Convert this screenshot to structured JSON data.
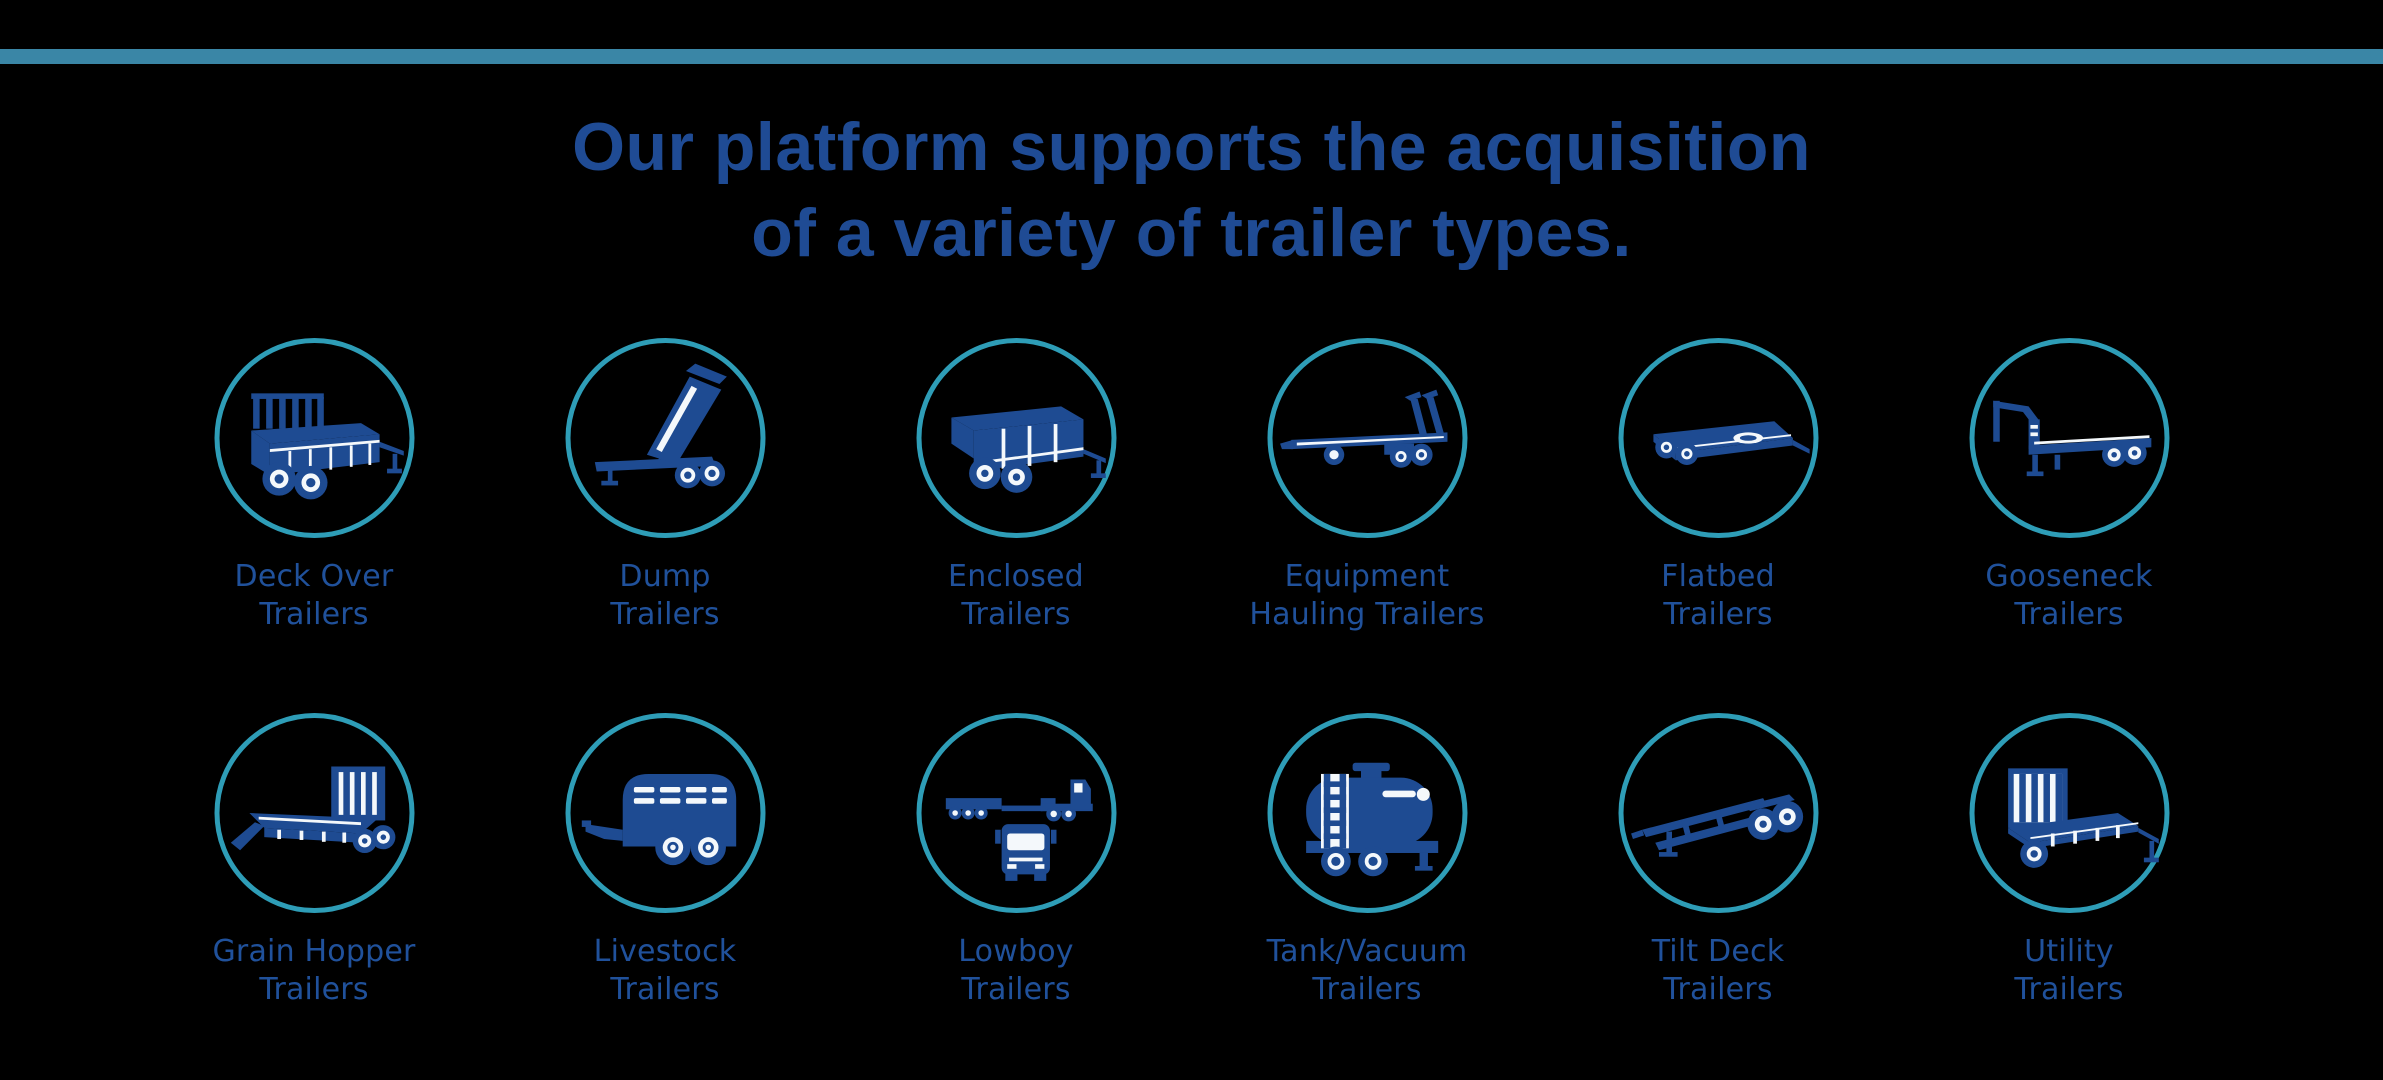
{
  "colors": {
    "background": "#000000",
    "top_bar": "#3A86A6",
    "circle_teal": "#2E9DB7",
    "icon_blue": "#1E4B92",
    "icon_light": "#F4F8FB",
    "heading_blue": "#1F4B94",
    "label_blue": "#20519B"
  },
  "title": {
    "line1": "Our platform supports the acquisition",
    "line2": "of a variety of trailer types."
  },
  "trailers": [
    {
      "icon": "deck-over-trailer-icon",
      "line1": "Deck Over",
      "line2": "Trailers"
    },
    {
      "icon": "dump-trailer-icon",
      "line1": "Dump",
      "line2": "Trailers"
    },
    {
      "icon": "enclosed-trailer-icon",
      "line1": "Enclosed",
      "line2": "Trailers"
    },
    {
      "icon": "equipment-hauling-trailer-icon",
      "line1": "Equipment",
      "line2": "Hauling Trailers"
    },
    {
      "icon": "flatbed-trailer-icon",
      "line1": "Flatbed",
      "line2": "Trailers"
    },
    {
      "icon": "gooseneck-trailer-icon",
      "line1": "Gooseneck",
      "line2": "Trailers"
    },
    {
      "icon": "grain-hopper-trailer-icon",
      "line1": "Grain Hopper",
      "line2": "Trailers"
    },
    {
      "icon": "livestock-trailer-icon",
      "line1": "Livestock",
      "line2": "Trailers"
    },
    {
      "icon": "lowboy-trailer-icon",
      "line1": "Lowboy",
      "line2": "Trailers"
    },
    {
      "icon": "tank-vacuum-trailer-icon",
      "line1": "Tank/Vacuum",
      "line2": "Trailers"
    },
    {
      "icon": "tilt-deck-trailer-icon",
      "line1": "Tilt Deck",
      "line2": "Trailers"
    },
    {
      "icon": "utility-trailer-icon",
      "line1": "Utility",
      "line2": "Trailers"
    }
  ]
}
